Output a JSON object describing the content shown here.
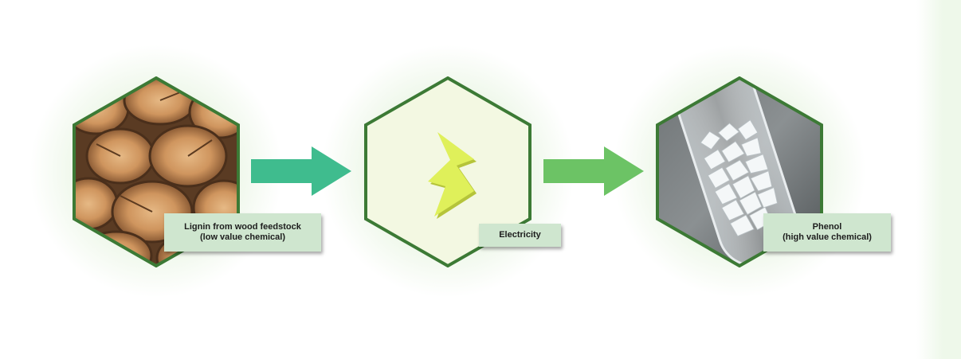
{
  "colors": {
    "hex_border": "#3c7a35",
    "label_bg": "#cfe6cf",
    "arrow_teal": "#3fbc8e",
    "arrow_green": "#6cc365",
    "bolt": "#dff05a",
    "center_fill": "#f3f8e2"
  },
  "nodes": [
    {
      "id": "lignin",
      "image": "stacked-firewood-image",
      "label_line1": "Lignin from wood feedstock",
      "label_line2": "(low value chemical)"
    },
    {
      "id": "electricity",
      "icon": "lightning-bolt-icon",
      "label_line1": "Electricity"
    },
    {
      "id": "phenol",
      "image": "phenol-crystals-test-tube-image",
      "label_line1": "Phenol",
      "label_line2": "(high value chemical)"
    }
  ],
  "arrows": [
    {
      "from": "lignin",
      "to": "electricity",
      "color": "#3fbc8e"
    },
    {
      "from": "electricity",
      "to": "phenol",
      "color": "#6cc365"
    }
  ]
}
